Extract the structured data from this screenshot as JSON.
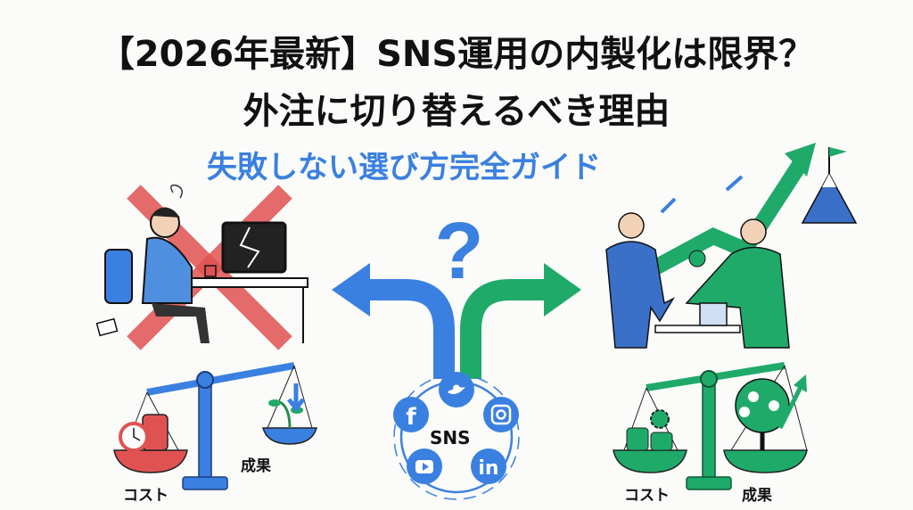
{
  "header": {
    "title_line1": "【2026年最新】SNS運用の内製化は限界？",
    "title_line2": "外注に切り替えるべき理由",
    "subtitle": "失敗しない選び方完全ガイド"
  },
  "center": {
    "question_mark": "?",
    "sns_label": "SNS",
    "icons": [
      "twitter-icon",
      "facebook-icon",
      "instagram-icon",
      "youtube-icon",
      "linkedin-icon"
    ]
  },
  "left_scale": {
    "cost_label": "コスト",
    "result_label": "成果"
  },
  "right_scale": {
    "cost_label": "コスト",
    "result_label": "成果"
  },
  "colors": {
    "blue": "#3a80e0",
    "green": "#1faa6a",
    "red": "#e05252",
    "text": "#111111"
  }
}
